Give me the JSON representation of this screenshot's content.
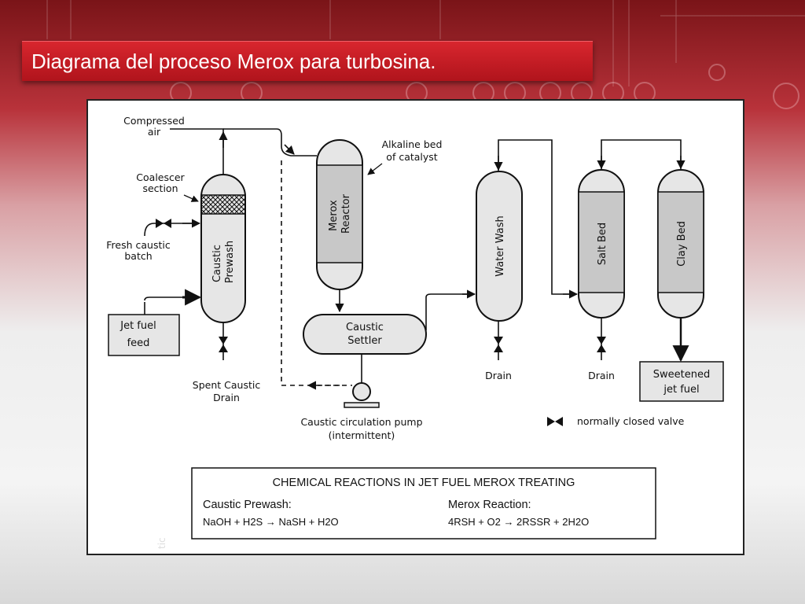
{
  "slide": {
    "title": "Diagrama del proceso Merox para turbosina.",
    "accent_color": "#c41c24"
  },
  "diagram": {
    "labels": {
      "compressed_air": [
        "Compressed",
        "air"
      ],
      "coalescer": [
        "Coalescer",
        "section"
      ],
      "fresh_caustic": [
        "Fresh caustic",
        "batch"
      ],
      "jet_fuel_feed": [
        "Jet fuel",
        "feed"
      ],
      "caustic_prewash": [
        "Caustic",
        "Prewash"
      ],
      "spent_caustic": [
        "Spent Caustic",
        "Drain"
      ],
      "merox_reactor": [
        "Merox",
        "Reactor"
      ],
      "alkaline_bed": [
        "Alkaline bed",
        "of catalyst"
      ],
      "caustic_settler": [
        "Caustic",
        "Settler"
      ],
      "pump": [
        "Caustic circulation pump",
        "(intermittent)"
      ],
      "water_wash": "Water Wash",
      "salt_bed": "Salt Bed",
      "clay_bed": "Clay Bed",
      "drain_1": "Drain",
      "drain_2": "Drain",
      "sweetened": [
        "Sweetened",
        "jet fuel"
      ],
      "valve_legend": "normally closed valve"
    },
    "reactions": {
      "header": "CHEMICAL REACTIONS IN JET FUEL MEROX TREATING",
      "prewash_title": "Caustic Prewash:",
      "prewash_eq": "NaOH + H2S → NaSH + H2O",
      "merox_title": "Merox Reaction:",
      "merox_eq": "4RSH + O2 → 2RSSR + 2H2O"
    },
    "watermark": "tic"
  }
}
